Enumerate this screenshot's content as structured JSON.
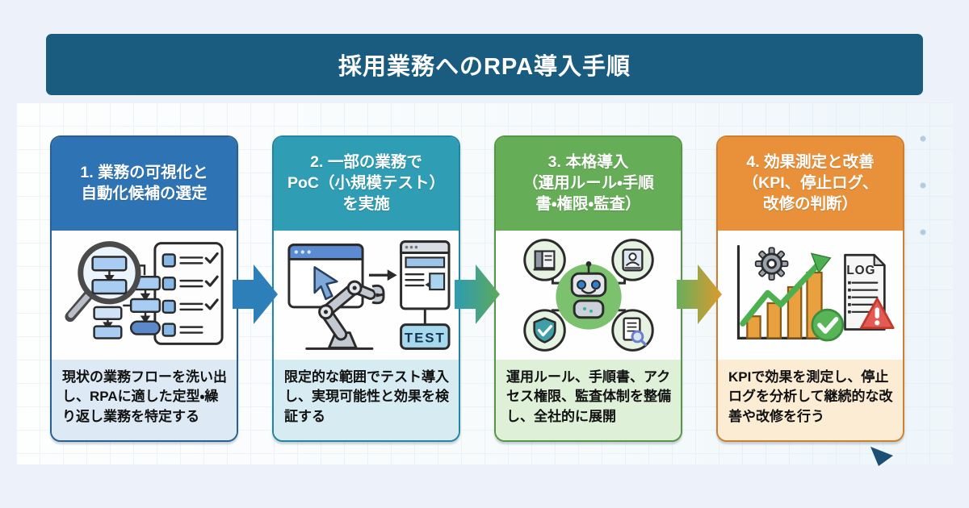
{
  "page": {
    "title": "採用業務へのRPA導入手順",
    "background_color": "#edf1f9",
    "header_bar_color": "#1a5b80",
    "panel_background": "#f6fafc"
  },
  "steps": [
    {
      "title": "1. 業務の可視化と\n自動化候補の選定",
      "description": "現状の業務フローを洗い出し、RPAに適した定型・繰り返し業務を特定する",
      "icon": "magnifier-flowchart-checklist-icon",
      "header_color": "#2e74b5",
      "border_color": "#2a5f8f",
      "description_background": "#dde9f5"
    },
    {
      "title": "2. 一部の業務で\nPoC（小規模テスト）\nを実施",
      "description": "限定的な範囲でテスト導入し、実現可能性と効果を検証する",
      "icon": "browser-robot-arm-test-icon",
      "icon_label": "TEST",
      "header_color": "#2f9db4",
      "border_color": "#2386a0",
      "description_background": "#d7ecf2"
    },
    {
      "title": "3. 本格導入\n（運用ルール・手順\n書・権限・監査）",
      "description": "運用ルール、手順書、アクセス権限、監査体制を整備し、全社的に展開",
      "icon": "robot-governance-network-icon",
      "header_color": "#66ad58",
      "border_color": "#569747",
      "description_background": "#def0d8"
    },
    {
      "title": "4. 効果測定と改善\n（KPI、停止ログ、\n改修の判断）",
      "description": "KPIで効果を測定し、停止ログを分析して継続的な改善や改修を行う",
      "icon": "kpi-chart-log-icon",
      "icon_label": "LOG",
      "header_color": "#e8913a",
      "border_color": "#cd802f",
      "description_background": "#fdecd4"
    }
  ],
  "arrows": [
    {
      "from": 1,
      "to": 2,
      "color_start": "#2c7fb9",
      "color_end": "#2c7fb9"
    },
    {
      "from": 2,
      "to": 3,
      "color_start": "#2d9cb3",
      "color_end": "#5fa95c"
    },
    {
      "from": 3,
      "to": 4,
      "color_start": "#68ae5c",
      "color_end": "#dd9a2c"
    }
  ]
}
